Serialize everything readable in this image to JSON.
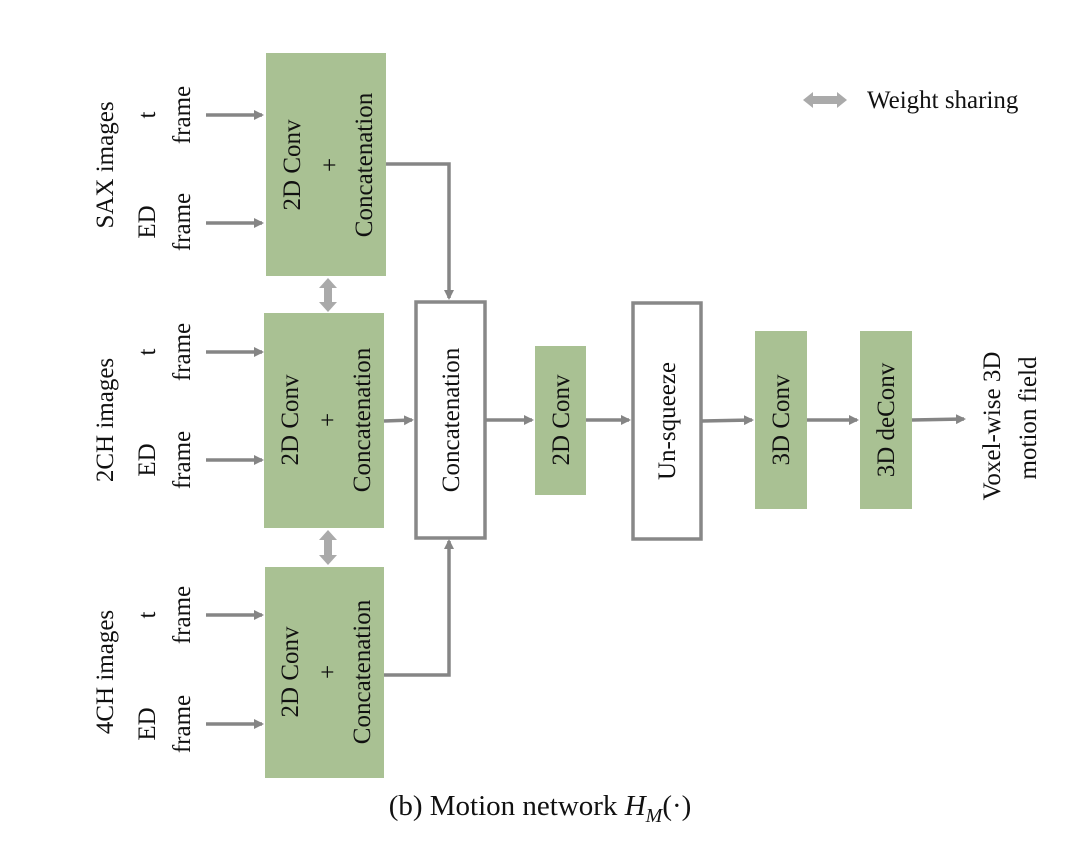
{
  "figure": {
    "caption_prefix": "(b) Motion network ",
    "caption_math_symbol": "H",
    "caption_math_subscript": "M",
    "caption_math_args": "(·)"
  },
  "legend": {
    "icon": "double-arrow-icon",
    "label": "Weight sharing",
    "color": "#aaaaaa"
  },
  "inputs": [
    {
      "view": "SAX images",
      "t_frame": [
        "t",
        "frame"
      ],
      "ed_frame": [
        "ED",
        "frame"
      ]
    },
    {
      "view": "2CH images",
      "t_frame": [
        "t",
        "frame"
      ],
      "ed_frame": [
        "ED",
        "frame"
      ]
    },
    {
      "view": "4CH images",
      "t_frame": [
        "t",
        "frame"
      ],
      "ed_frame": [
        "ED",
        "frame"
      ]
    }
  ],
  "encoders": [
    {
      "line1": "2D Conv",
      "line2": "+",
      "line3": "Concatenation"
    },
    {
      "line1": "2D Conv",
      "line2": "+",
      "line3": "Concatenation"
    },
    {
      "line1": "2D Conv",
      "line2": "+",
      "line3": "Concatenation"
    }
  ],
  "pipeline": [
    {
      "label": "Concatenation",
      "style": "outlined"
    },
    {
      "label": "2D Conv",
      "style": "filled"
    },
    {
      "label": "Un-squeeze",
      "style": "outlined"
    },
    {
      "label": "3D Conv",
      "style": "filled"
    },
    {
      "label": "3D deConv",
      "style": "filled"
    }
  ],
  "output": {
    "line1": "Voxel-wise 3D",
    "line2": "motion field"
  },
  "colors": {
    "block_fill": "#a9c193",
    "arrow": "#858585",
    "box_border": "#888888",
    "weight_sharing_arrow": "#aaaaaa"
  }
}
